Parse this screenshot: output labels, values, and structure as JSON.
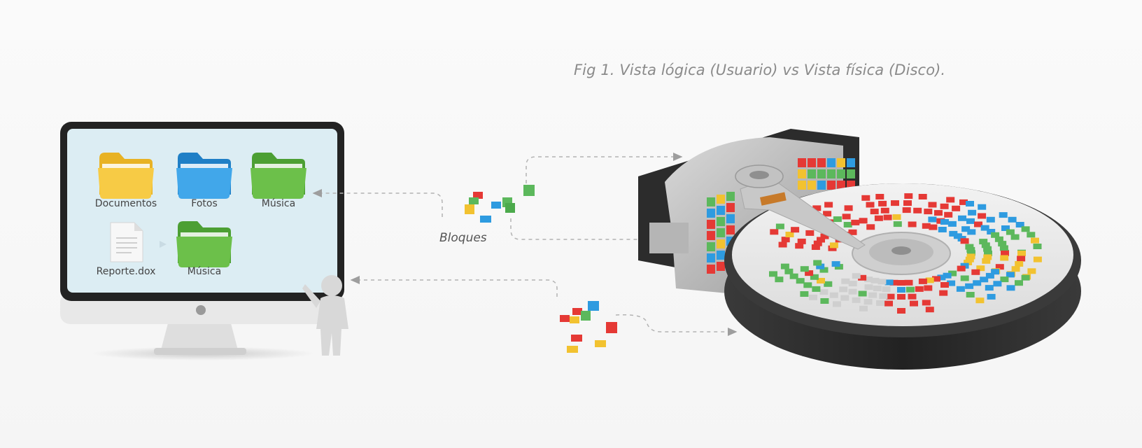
{
  "figure": {
    "caption": "Fig 1. Vista lógica (Usuario) vs Vista física (Disco)."
  },
  "logical_view": {
    "items": [
      {
        "label": "Documentos",
        "icon": "folder-icon",
        "color": "#f5c842"
      },
      {
        "label": "Fotos",
        "icon": "folder-icon",
        "color": "#3fa4e6"
      },
      {
        "label": "Música",
        "icon": "folder-icon",
        "color": "#6cc04a"
      },
      {
        "label": "Reporte.dox",
        "icon": "document-icon",
        "color": "#eeeeee"
      },
      {
        "label": "Música",
        "icon": "folder-icon",
        "color": "#6cc04a"
      }
    ]
  },
  "flow": {
    "blocks_label": "Bloques"
  },
  "colors": {
    "block_red": "#e53935",
    "block_green": "#5cb85c",
    "block_blue": "#2e9be0",
    "block_yellow": "#f2c230",
    "screen": "#dcedf3",
    "monitor_frame": "#232323",
    "disk_dark": "#2f2f2f"
  }
}
